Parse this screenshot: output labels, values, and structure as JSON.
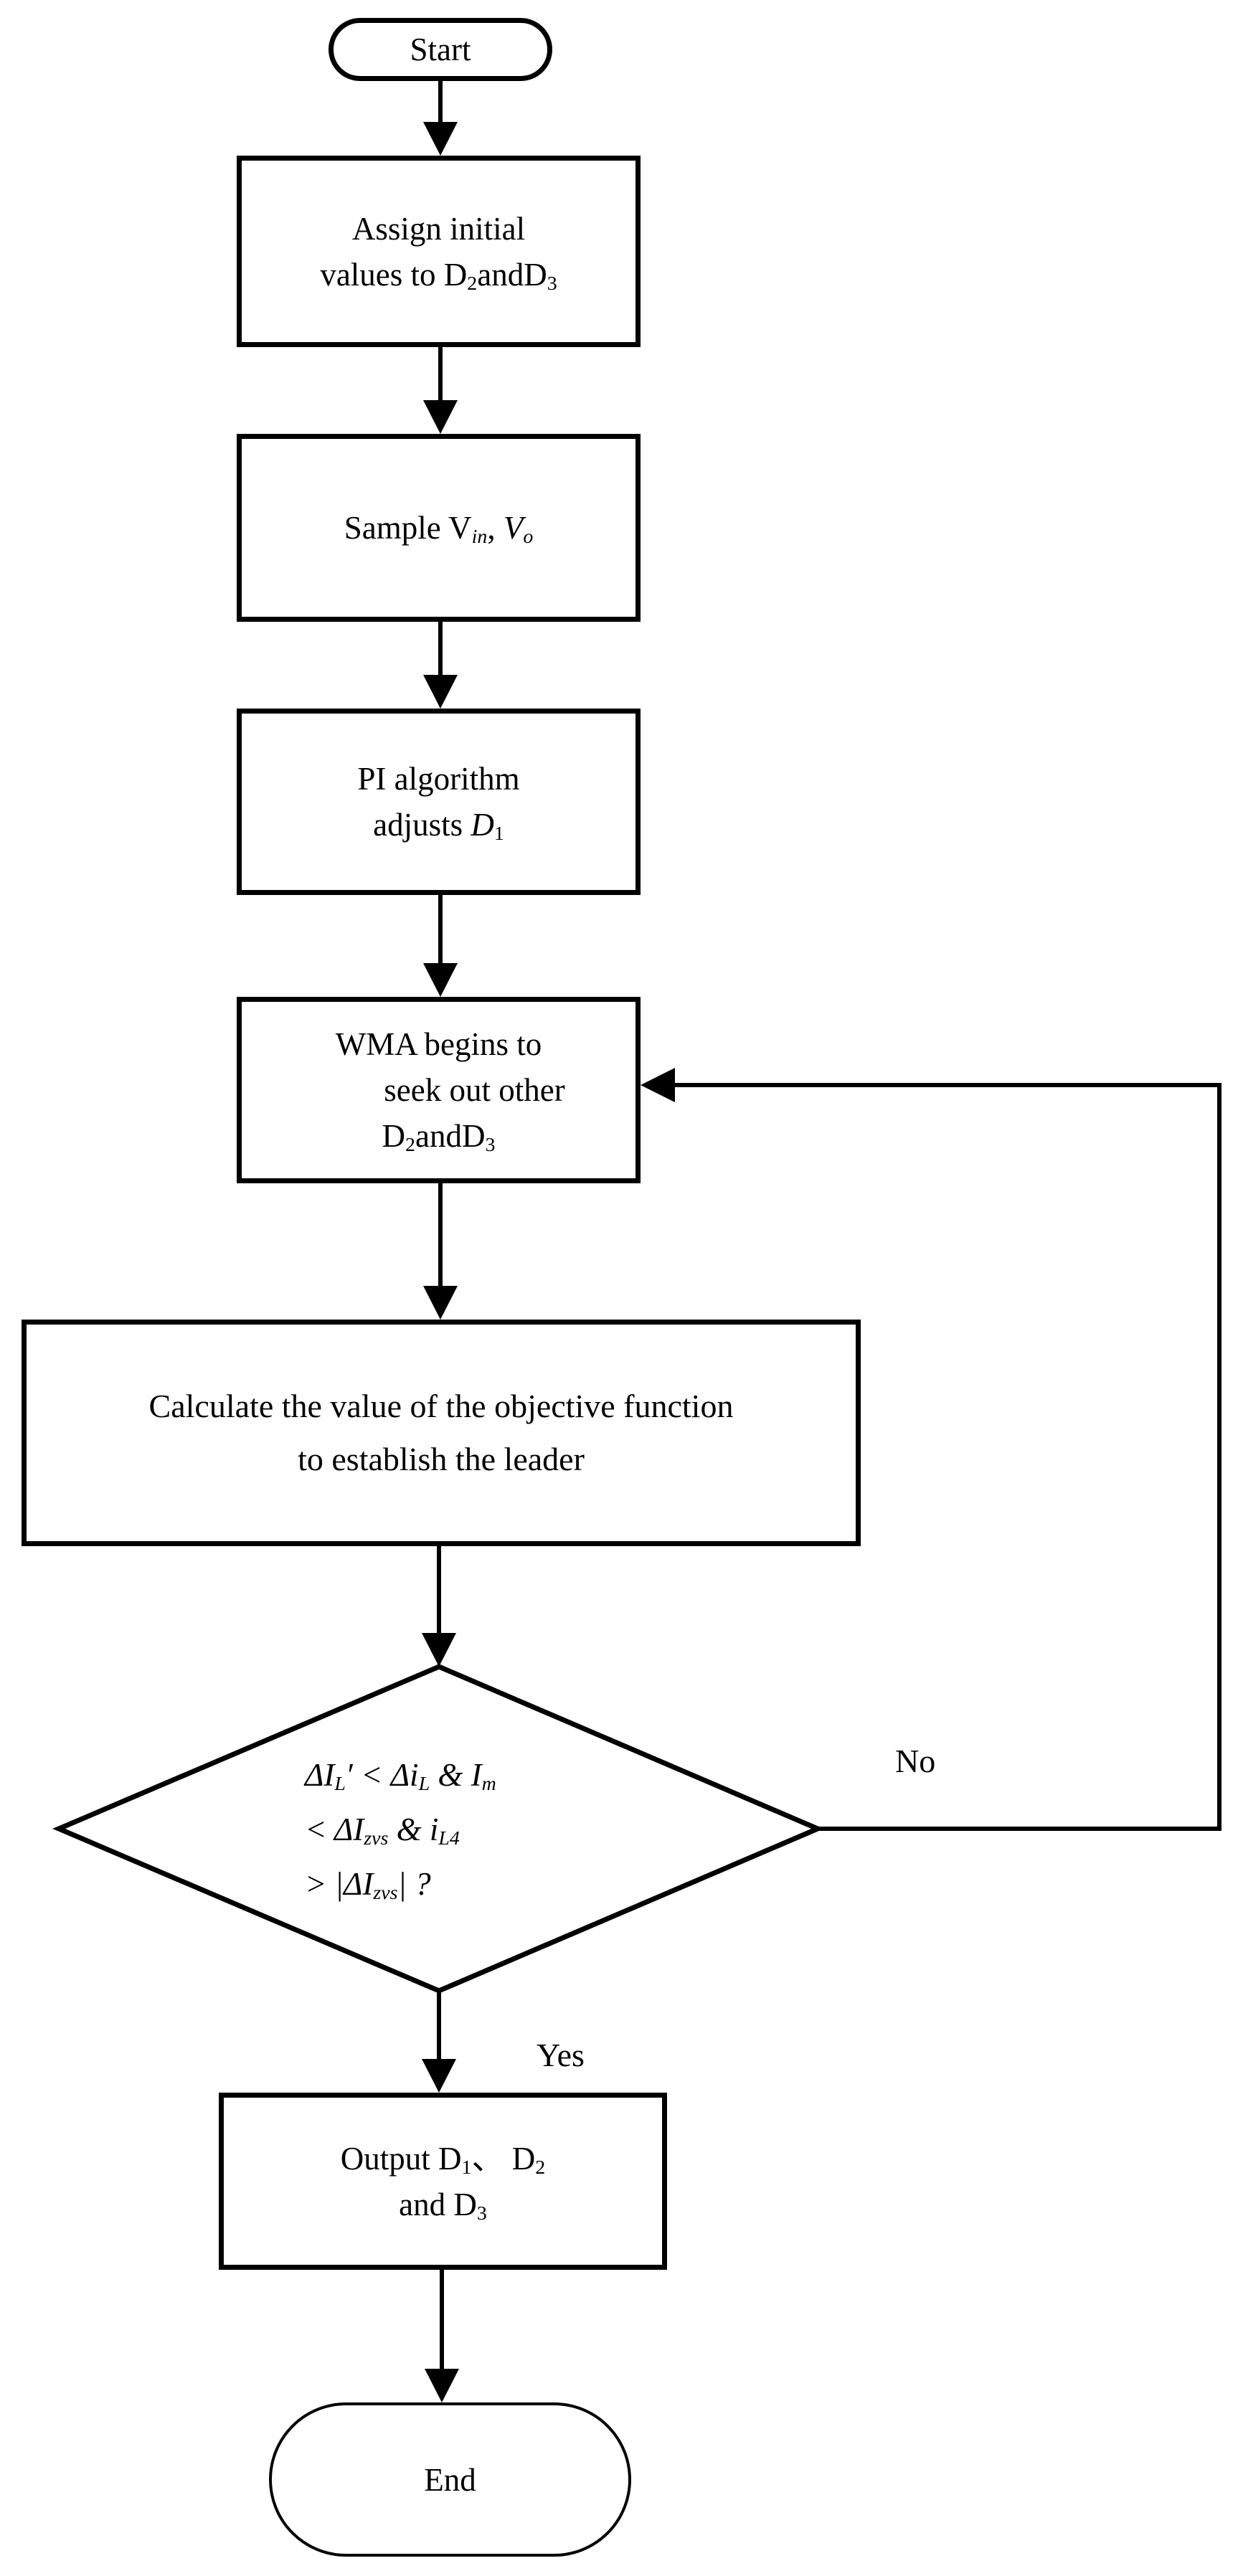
{
  "colors": {
    "stroke": "#000000",
    "background": "#ffffff",
    "text": "#000000"
  },
  "nodes": {
    "start": {
      "type": "terminator",
      "label": "Start"
    },
    "assign": {
      "type": "process",
      "lines": [
        [
          {
            "t": "Assign initial"
          }
        ],
        [
          {
            "t": "values to D"
          },
          {
            "t": "2",
            "sub": true
          },
          {
            "t": "andD"
          },
          {
            "t": "3",
            "sub": true
          }
        ]
      ]
    },
    "sample": {
      "type": "process",
      "lines": [
        [
          {
            "t": "Sample V"
          },
          {
            "t": "in",
            "sub": true,
            "i": true
          },
          {
            "t": ", "
          },
          {
            "t": "V",
            "i": true
          },
          {
            "t": "o",
            "sub": true,
            "i": true
          }
        ]
      ]
    },
    "pi": {
      "type": "process",
      "lines": [
        [
          {
            "t": "PI algorithm"
          }
        ],
        [
          {
            "t": "adjusts "
          },
          {
            "t": "D",
            "i": true
          },
          {
            "t": "1",
            "sub": true
          }
        ]
      ]
    },
    "wma": {
      "type": "process",
      "lines": [
        [
          {
            "t": "WMA begins to"
          }
        ],
        [
          {
            "t": "seek out other"
          }
        ],
        [
          {
            "t": "D"
          },
          {
            "t": "2",
            "sub": true
          },
          {
            "t": "andD"
          },
          {
            "t": "3",
            "sub": true
          }
        ]
      ]
    },
    "calculate": {
      "type": "process",
      "lines": [
        [
          {
            "t": "Calculate the value of the objective function"
          }
        ],
        [
          {
            "t": "to establish the leader"
          }
        ]
      ]
    },
    "decision": {
      "type": "decision",
      "lines": [
        [
          {
            "t": "ΔI",
            "i": true
          },
          {
            "t": "L",
            "sub": true,
            "i": true
          },
          {
            "t": "′ < ",
            "i": true
          },
          {
            "t": "Δi",
            "i": true
          },
          {
            "t": "L",
            "sub": true,
            "i": true
          },
          {
            "t": " & ",
            "i": true
          },
          {
            "t": "I",
            "i": true
          },
          {
            "t": "m",
            "sub": true,
            "i": true
          }
        ],
        [
          {
            "t": "< ",
            "i": true
          },
          {
            "t": "ΔI",
            "i": true
          },
          {
            "t": "zvs",
            "sub": true,
            "i": true
          },
          {
            "t": " & ",
            "i": true
          },
          {
            "t": "i",
            "i": true
          },
          {
            "t": "L4",
            "sub": true,
            "i": true
          }
        ],
        [
          {
            "t": "> |",
            "i": true
          },
          {
            "t": "ΔI",
            "i": true
          },
          {
            "t": "zvs",
            "sub": true,
            "i": true
          },
          {
            "t": "| ?",
            "i": true
          }
        ]
      ]
    },
    "output": {
      "type": "process",
      "lines": [
        [
          {
            "t": "Output D"
          },
          {
            "t": "1",
            "sub": true
          },
          {
            "t": "、 D"
          },
          {
            "t": "2",
            "sub": true
          }
        ],
        [
          {
            "t": "and D"
          },
          {
            "t": "3",
            "sub": true
          }
        ]
      ]
    },
    "end": {
      "type": "terminator",
      "label": "End"
    }
  },
  "edges": {
    "no_label": "No",
    "yes_label": "Yes"
  }
}
